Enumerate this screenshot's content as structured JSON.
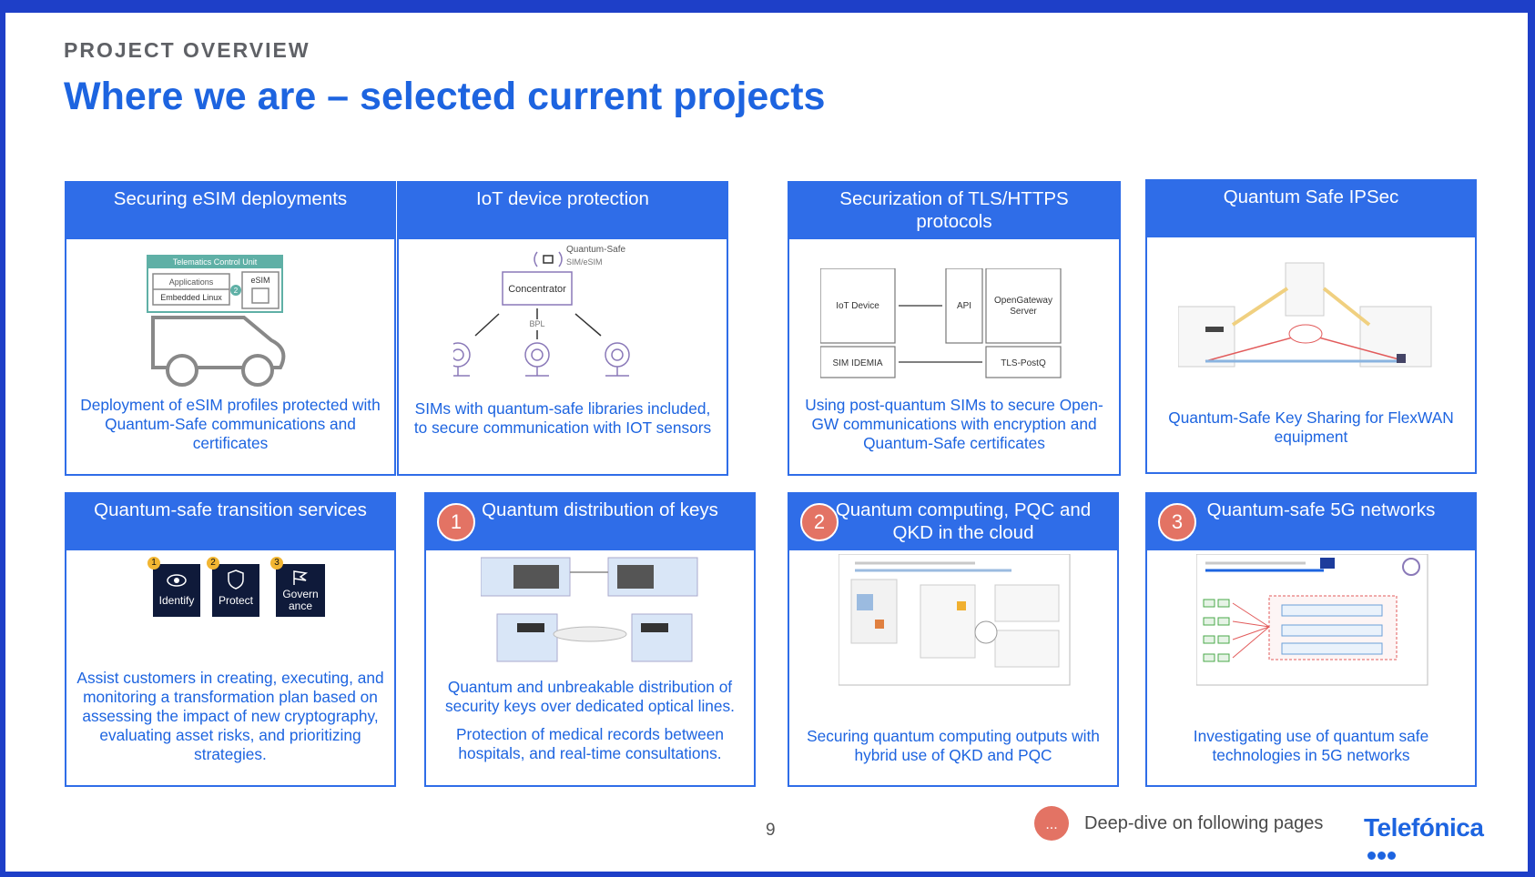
{
  "header": {
    "eyebrow": "PROJECT OVERVIEW",
    "title": "Where we are – selected current projects"
  },
  "cards": [
    {
      "title": "Securing eSIM deployments",
      "text": "Deployment of eSIM profiles protected with Quantum-Safe communications and certificates",
      "labels": {
        "tcu": "Telematics Control Unit",
        "apps": "Applications",
        "linux": "Embedded Linux",
        "esim": "eSIM",
        "num": "2"
      }
    },
    {
      "title": "IoT device protection",
      "text": "SIMs with quantum-safe libraries included, to secure communication with IOT sensors",
      "labels": {
        "qs": "Quantum-Safe",
        "sim": "SIM/eSIM",
        "conc": "Concentrator",
        "bpl": "BPL"
      }
    },
    {
      "title": "Securization of TLS/HTTPS protocols",
      "text": "Using post-quantum SIMs to secure Open-GW communications with encryption and Quantum-Safe certificates",
      "labels": {
        "iot": "IoT Device",
        "api": "API",
        "ogw1": "OpenGateway",
        "ogw2": "Server",
        "sim": "SIM IDEMIA",
        "tls": "TLS-PostQ"
      }
    },
    {
      "title": "Quantum Safe IPSec",
      "text": "Quantum-Safe Key Sharing for FlexWAN equipment"
    },
    {
      "title": "Quantum-safe transition services",
      "text": "Assist customers in creating, executing, and monitoring a transformation plan based on assessing the impact of new cryptography, evaluating asset risks, and prioritizing strategies.",
      "labels": {
        "identify": "Identify",
        "protect": "Protect",
        "govern1": "Govern",
        "govern2": "ance",
        "n1": "1",
        "n2": "2",
        "n3": "3"
      }
    },
    {
      "title": "Quantum distribution of keys",
      "badge": "1",
      "text": "Quantum and unbreakable distribution of security keys over dedicated optical lines.",
      "text2": "Protection of medical records between hospitals, and real-time consultations."
    },
    {
      "title": "Quantum computing, PQC and QKD in the cloud",
      "badge": "2",
      "text": "Securing quantum computing outputs with hybrid use of QKD and PQC"
    },
    {
      "title": "Quantum-safe 5G networks",
      "badge": "3",
      "text": "Investigating use of quantum safe technologies in 5G networks"
    }
  ],
  "footer": {
    "page": "9",
    "legend_dot": "...",
    "legend": "Deep-dive on following pages",
    "logo": "Telefónica"
  },
  "colors": {
    "brand_blue": "#2f6de8",
    "title_blue": "#1d64e0",
    "accent_coral": "#e37364",
    "frame": "#1e3fc8"
  }
}
